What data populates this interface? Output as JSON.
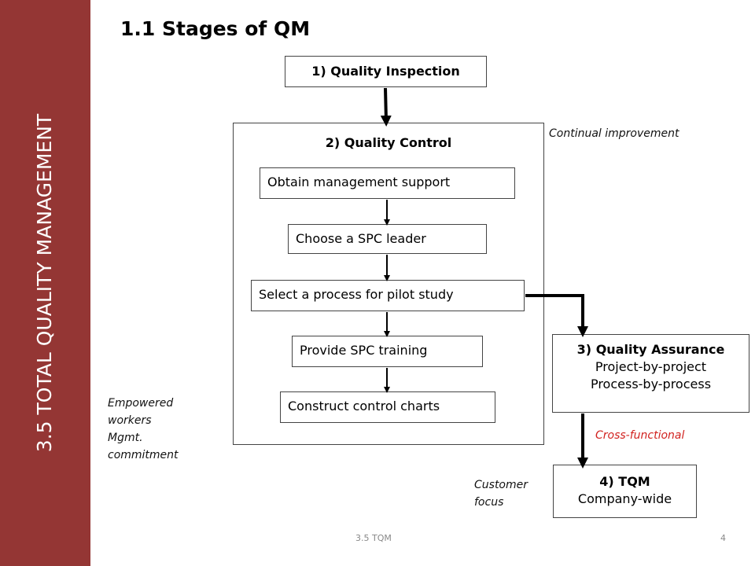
{
  "sidebar": {
    "label": "3.5 TOTAL QUALITY MANAGEMENT",
    "color": "#943634"
  },
  "title": "1.1 Stages of QM",
  "stages": {
    "inspection": {
      "label": "1) Quality Inspection"
    },
    "control": {
      "label": "2) Quality Control",
      "steps": [
        "Obtain management support",
        "Choose a SPC leader",
        "Select a process for pilot study",
        "Provide SPC training",
        "Construct control charts"
      ]
    },
    "assurance": {
      "label": "3) Quality Assurance",
      "lines": [
        "Project-by-project",
        "Process-by-process"
      ]
    },
    "tqm": {
      "label": "4) TQM",
      "lines": [
        "Company-wide"
      ]
    }
  },
  "notes": {
    "continual_improvement": "Continual improvement",
    "cross_functional": "Cross-functional",
    "customer_focus": [
      "Customer",
      "focus"
    ],
    "empowered": [
      "Empowered",
      "workers",
      "Mgmt.",
      "commitment"
    ]
  },
  "footer": {
    "center": "3.5 TQM",
    "page_number": "4"
  },
  "colors": {
    "note_red": "#d1211e"
  }
}
